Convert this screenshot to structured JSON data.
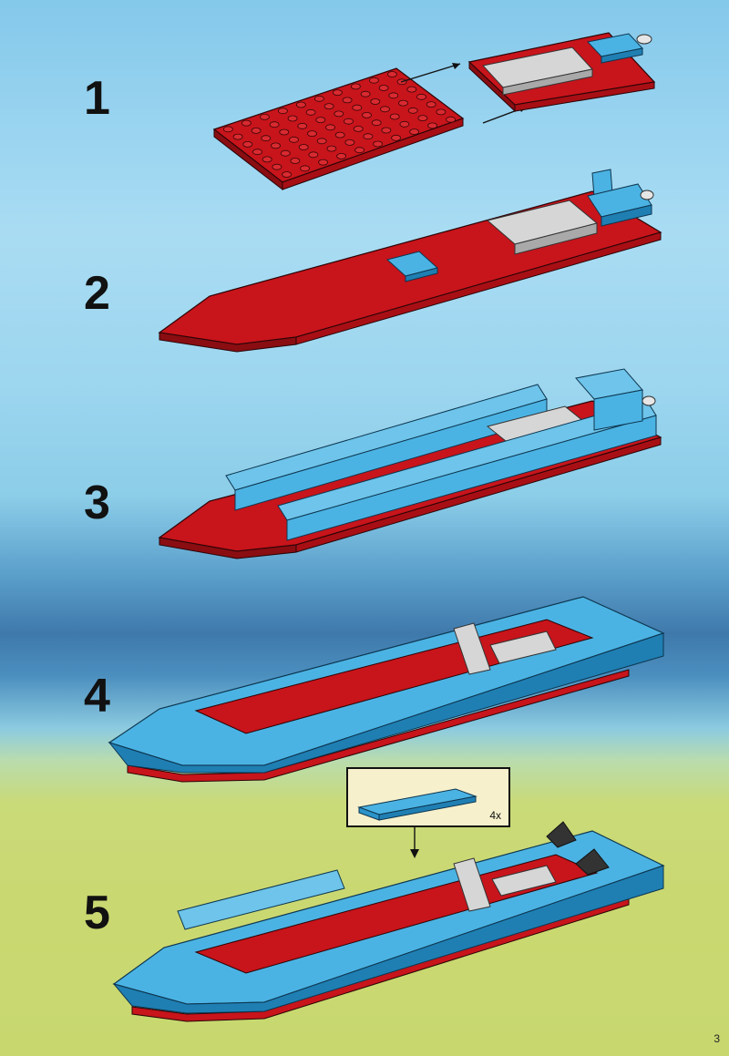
{
  "steps": [
    {
      "number": "1"
    },
    {
      "number": "2"
    },
    {
      "number": "3"
    },
    {
      "number": "4"
    },
    {
      "number": "5"
    }
  ],
  "callout": {
    "quantity": "4x"
  },
  "page_number": "3",
  "colors": {
    "red_brick": "#c8141b",
    "red_dark": "#8a0d12",
    "blue_brick": "#4bb3e3",
    "blue_dark": "#1f7fb3",
    "grey_brick": "#d6d6d6",
    "black_brick": "#333333"
  }
}
